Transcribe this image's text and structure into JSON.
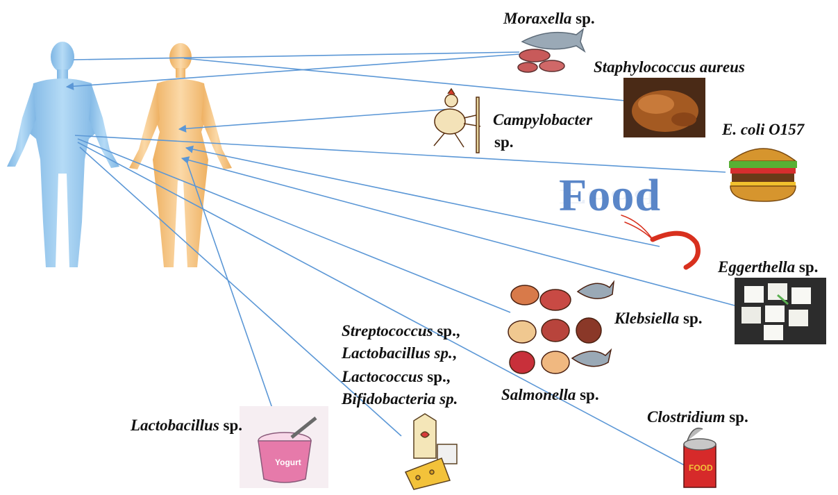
{
  "title": "Food",
  "labels": {
    "moraxella": {
      "genus": "Moraxella",
      "suffix": " sp."
    },
    "staph": {
      "genus": "Staphylococcus aureus",
      "suffix": ""
    },
    "campy_genus": "Campylobacter",
    "campy_suffix": "sp.",
    "ecoli": "E. coli O157",
    "eggerthella": {
      "genus": "Eggerthella",
      "suffix": " sp."
    },
    "klebsiella": {
      "genus": "Klebsiella",
      "suffix": " sp."
    },
    "strep": {
      "genus": "Streptococcus",
      "suffix": " sp.,"
    },
    "lacto2": {
      "genus": "Lactobacillus sp.",
      "suffix": ","
    },
    "lactococcus": {
      "genus": "Lactococcus",
      "suffix": " sp.,"
    },
    "bifido": "Bifidobacteria sp.",
    "salmonella": {
      "genus": "Salmonella",
      "suffix": " sp."
    },
    "lactobacillus": {
      "genus": "Lactobacillus",
      "suffix": " sp."
    },
    "clostridium": {
      "genus": "Clostridium",
      "suffix": " sp."
    }
  },
  "yogurt_text": "Yogurt",
  "can_text": "FOOD",
  "colors": {
    "male_body": "#8ec3ea",
    "female_body": "#f0bd74",
    "connector": "#5b97d6",
    "title": "#5a86c8"
  }
}
